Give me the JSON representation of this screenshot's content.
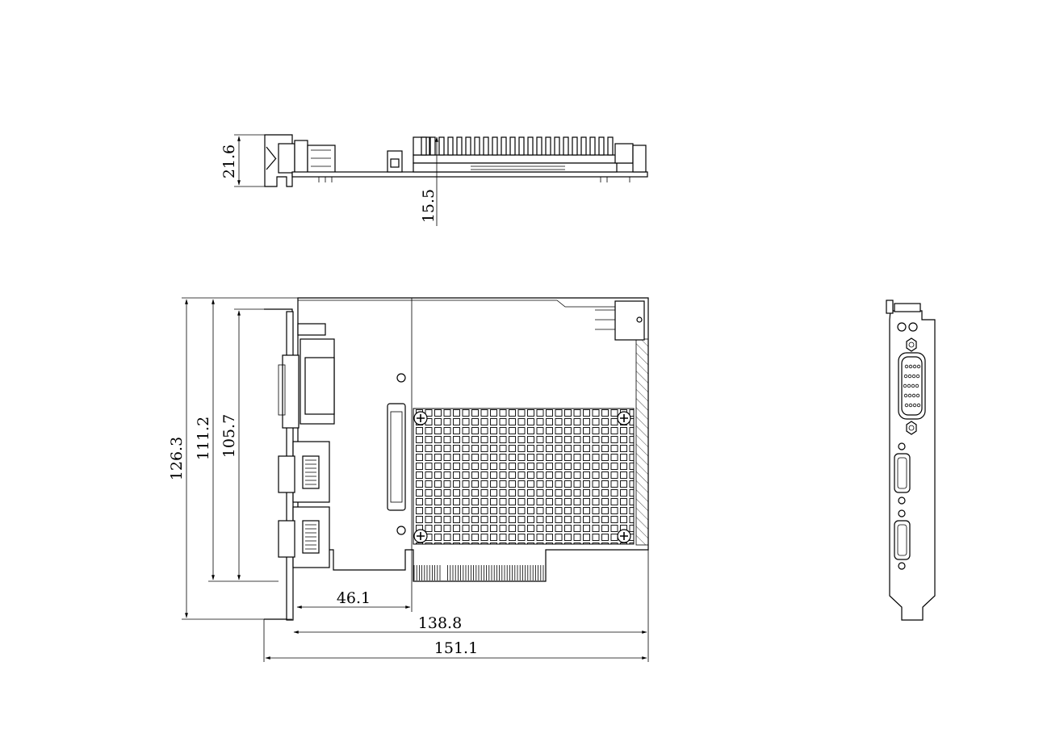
{
  "dimensions": {
    "top_view_height": "21.6",
    "top_view_board_offset": "15.5",
    "total_height": "126.3",
    "board_height": "111.2",
    "bracket_inner_height": "105.7",
    "connector_offset": "46.1",
    "board_length": "138.8",
    "overall_length": "151.1"
  }
}
